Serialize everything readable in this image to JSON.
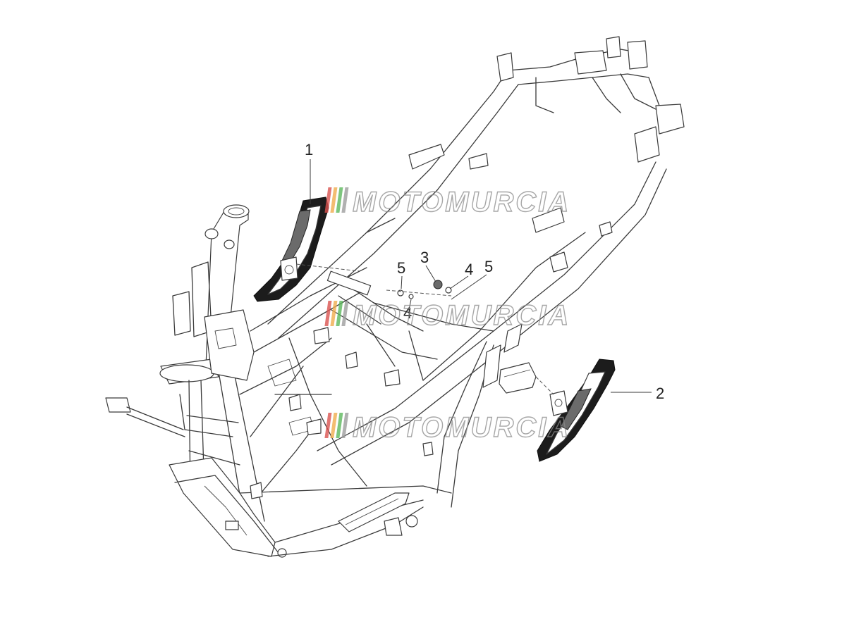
{
  "diagram": {
    "callouts": [
      {
        "id": "callout-1",
        "label": "1"
      },
      {
        "id": "callout-2",
        "label": "2"
      },
      {
        "id": "callout-3",
        "label": "3"
      },
      {
        "id": "callout-4a",
        "label": "4"
      },
      {
        "id": "callout-4b",
        "label": "4"
      },
      {
        "id": "callout-5a",
        "label": "5"
      },
      {
        "id": "callout-5b",
        "label": "5"
      }
    ],
    "parts": [
      {
        "name": "left-side-cover",
        "callout": "1"
      },
      {
        "name": "right-side-cover",
        "callout": "2"
      },
      {
        "name": "nut",
        "callout": "3"
      },
      {
        "name": "washer",
        "callout": "4"
      },
      {
        "name": "screw",
        "callout": "5"
      }
    ]
  },
  "watermark": {
    "text": "MOTOMURCIA",
    "colors": [
      "#d9534f",
      "#f0ad4e",
      "#5cb85c",
      "#9e9e9e"
    ]
  }
}
